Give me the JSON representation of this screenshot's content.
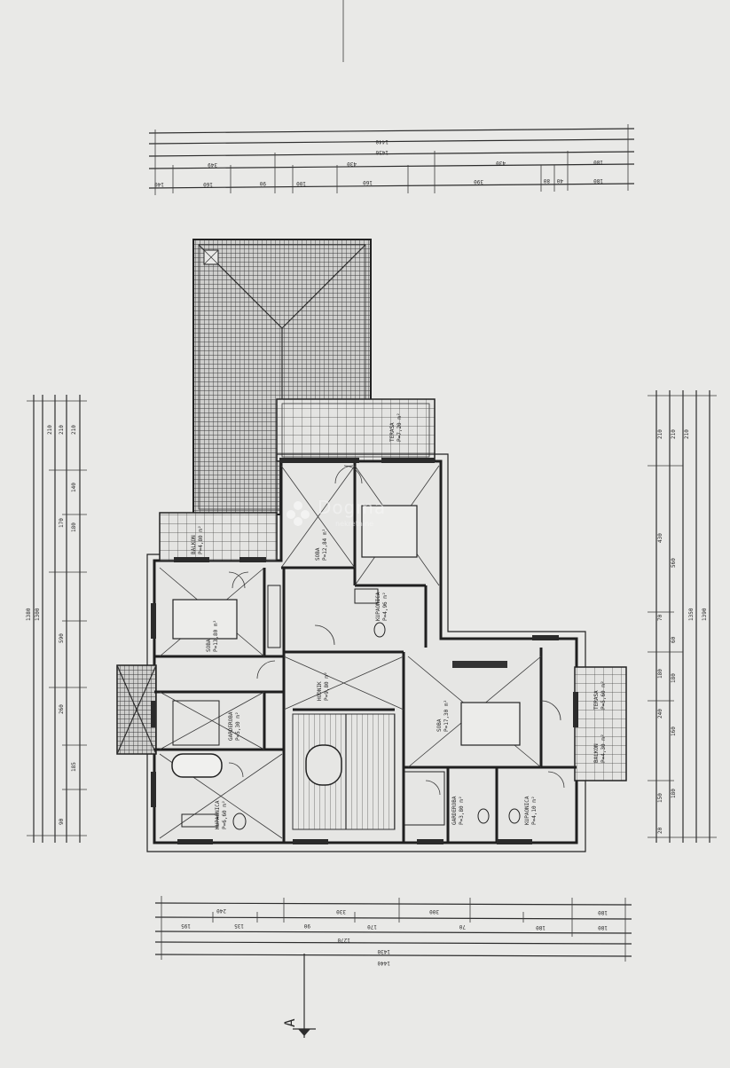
{
  "section_marker": "A",
  "watermark": {
    "brand": "Dogma",
    "sub": "nekretnine"
  },
  "dimensions": {
    "top": {
      "total_1": "1440",
      "total_2": "1430",
      "row3": [
        "349",
        "430",
        "430",
        "180"
      ],
      "row4": [
        "140",
        "160",
        "90",
        "100",
        "160",
        "390",
        "80",
        "40",
        "180"
      ]
    },
    "bottom": {
      "row1": [
        "240",
        "330",
        "300",
        "180"
      ],
      "row2": [
        "195",
        "135",
        "90",
        "170",
        "70",
        "180",
        "180"
      ],
      "total_1": "1270",
      "total_2": "1430",
      "total_3": "1440"
    },
    "left": {
      "row1": [
        "210",
        "210",
        "210",
        "140",
        "170",
        "180"
      ],
      "row2": [
        "590",
        "260",
        "185",
        "90"
      ],
      "total_1": "1300",
      "total_2": "1380"
    },
    "right": {
      "row1": [
        "210",
        "210",
        "210",
        "430",
        "70",
        "180",
        "240",
        "150",
        "20"
      ],
      "row2": [
        "560",
        "60",
        "180",
        "160",
        "180"
      ],
      "total_1": "1350",
      "total_2": "1390"
    }
  },
  "rooms": {
    "terrace_top": {
      "name": "TERASA",
      "area": "P=7,20 m²"
    },
    "bedroom_1": {
      "name": "SOBA",
      "area": "P=12,84 m²"
    },
    "bath_top": {
      "name": "KUPAONICA",
      "area": "P=4,96 m²"
    },
    "bedroom_2": {
      "name": "SOBA",
      "area": "P=13,80 m²"
    },
    "hallway": {
      "name": "HODNIK",
      "area": "P=9,80 m²"
    },
    "wardrobe": {
      "name": "GARDEROBA",
      "area": "P=5,30 m²"
    },
    "bath_left": {
      "name": "KUPAONICA",
      "area": "P=6,60 m²"
    },
    "bedroom_3": {
      "name": "SOBA",
      "area": "P=17,30 m²"
    },
    "wardrobe_2": {
      "name": "GARDEROBA",
      "area": "P=3,80 m²"
    },
    "bath_right": {
      "name": "KUPAONICA",
      "area": "P=4,10 m²"
    },
    "balcony_left": {
      "name": "BALKON",
      "area": "P=4,80 m²"
    },
    "balcony_right": {
      "name": "BALKON",
      "area": "P=4,30 m²"
    },
    "balcony_right2": {
      "name": "TERASA",
      "area": "P=5,60 m²"
    }
  }
}
